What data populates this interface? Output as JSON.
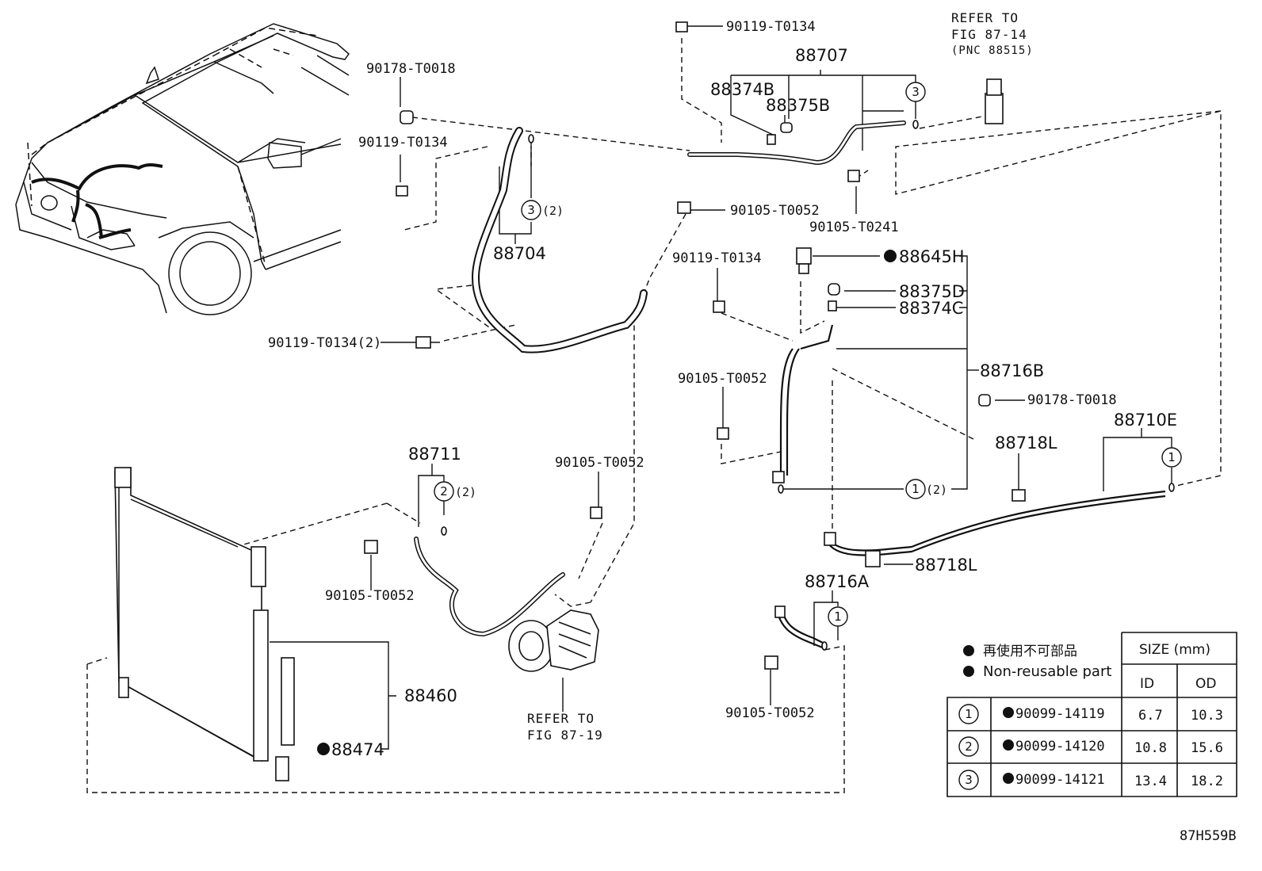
{
  "callouts": {
    "p90119_T0134_top": "90119-T0134",
    "p88707": "88707",
    "refer_fig_87_14_line1": "REFER TO",
    "refer_fig_87_14_line2": "FIG 87-14",
    "refer_fig_87_14_line3": "(PNC 88515)",
    "p90178_T0018_top": "90178-T0018",
    "p88374B": "88374B",
    "p88375B": "88375B",
    "p90119_T0134_left": "90119-T0134",
    "p3_qty2_top": "(2)",
    "p88704": "88704",
    "p90105_T0052_a": "90105-T0052",
    "p90105_T0241": "90105-T0241",
    "p90119_T0134_mid": "90119-T0134",
    "p88645H": "88645H",
    "p88375D": "88375D",
    "p88374C": "88374C",
    "p90119_T0134_2": "90119-T0134(2)",
    "p88716B": "88716B",
    "p90105_T0052_b": "90105-T0052",
    "p90178_T0018_right": "90178-T0018",
    "p88710E": "88710E",
    "p88718L_a": "88718L",
    "p88711": "88711",
    "p2_qty2": "(2)",
    "p90105_T0052_c": "90105-T0052",
    "p1_qty2": "(2)",
    "p88718L_b": "88718L",
    "p90105_T0052_d": "90105-T0052",
    "p88716A": "88716A",
    "p88460": "88460",
    "p88474": "88474",
    "refer_fig_87_19_line1": "REFER TO",
    "refer_fig_87_19_line2": "FIG 87-19",
    "p90105_T0052_e": "90105-T0052",
    "diagram_id": "87H559B"
  },
  "circle_markers": {
    "one": "1",
    "two": "2",
    "three": "3"
  },
  "legend": {
    "bullet_jp": "再使用不可部品",
    "bullet_en": "Non-reusable part",
    "size_header": "SIZE (mm)",
    "col_id": "ID",
    "col_od": "OD",
    "rows": [
      {
        "marker": "1",
        "part": "90099-14119",
        "id": "6.7",
        "od": "10.3"
      },
      {
        "marker": "2",
        "part": "90099-14120",
        "id": "10.8",
        "od": "15.6"
      },
      {
        "marker": "3",
        "part": "90099-14121",
        "id": "13.4",
        "od": "18.2"
      }
    ]
  },
  "colors": {
    "ink": "#111111",
    "paper": "#ffffff"
  }
}
